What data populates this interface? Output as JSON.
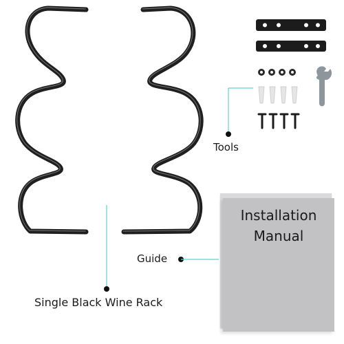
{
  "labels": {
    "tools": "Tools",
    "guide": "Guide",
    "rack": "Single Black Wine Rack"
  },
  "manual": {
    "title_line1": "Installation",
    "title_line2": "Manual"
  },
  "colors": {
    "rack": "#1f1f1f",
    "callout_line": "#5fd3d3",
    "callout_dot": "#111111",
    "manual_cover": "#c2c2c4",
    "wrench": "#8e969d",
    "anchor": "#e6e6e6"
  }
}
